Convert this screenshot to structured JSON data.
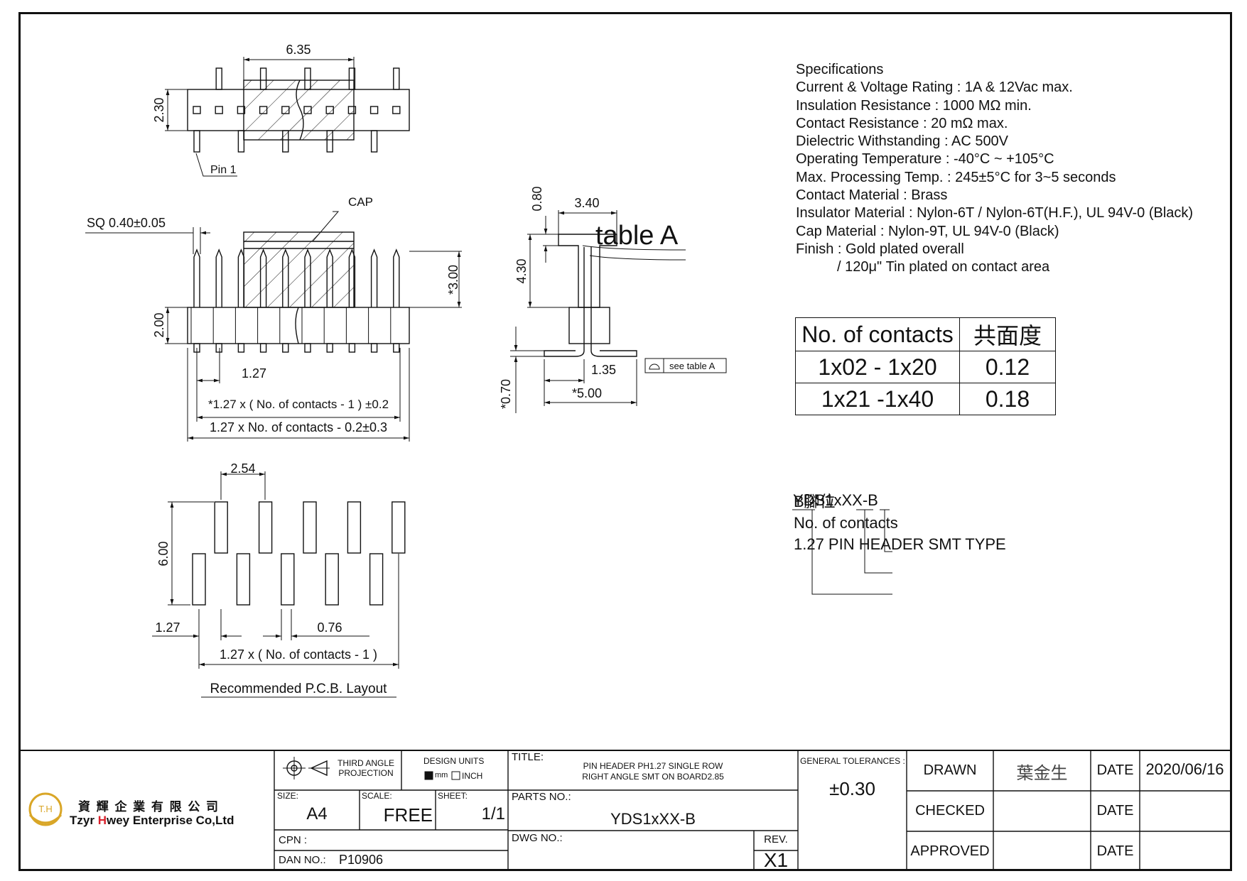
{
  "top_view": {
    "dim_pitch": "6.35",
    "dim_height": "2.30",
    "pin1_label": "Pin 1"
  },
  "front_view": {
    "cap_label": "CAP",
    "sq_label": "SQ 0.40±0.05",
    "dim_cap_height": "*3.00",
    "dim_body_height": "2.00",
    "dim_pitch": "1.27",
    "dim_total_1": "*1.27 x ( No. of contacts - 1 ) ±0.2",
    "dim_total_2": "1.27 x No. of contacts - 0.2±0.3"
  },
  "side_view": {
    "dim_080": "0.80",
    "dim_340": "3.40",
    "dim_430": "4.30",
    "dim_135": "1.35",
    "dim_500": "*5.00",
    "dim_070": "*0.70",
    "table_a_label": "table A",
    "see_table_label": "see table A"
  },
  "pcb_layout": {
    "dim_254": "2.54",
    "dim_600": "6.00",
    "dim_127": "1.27",
    "dim_076": "0.76",
    "dim_total": "1.27 x ( No. of contacts - 1 )",
    "title": "Recommended P.C.B. Layout"
  },
  "specifications": {
    "heading": "Specifications",
    "lines": [
      "Current & Voltage Rating : 1A & 12Vac max.",
      "Insulation Resistance : 1000 MΩ min.",
      "Contact Resistance : 20 mΩ max.",
      "Dielectric Withstanding : AC 500V",
      "Operating Temperature : -40°C ~ +105°C",
      "Max. Processing Temp. : 245±5°C for 3~5 seconds",
      "Contact Material : Brass",
      "Insulator Material : Nylon-6T / Nylon-6T(H.F.), UL 94V-0 (Black)",
      "Cap Material : Nylon-9T, UL 94V-0 (Black)",
      "Finish : Gold plated overall"
    ],
    "finish_line2": "/ 120μ\" Tin plated on contact area"
  },
  "coplanarity_table": {
    "header": [
      "No. of contacts",
      "共面度"
    ],
    "rows": [
      [
        "1x02 - 1x20",
        "0.12"
      ],
      [
        "1x21 -1x40",
        "0.18"
      ]
    ]
  },
  "part_number": {
    "code": "YDS1xXX-B",
    "b_label": "B腳位",
    "contacts_label": "No. of contacts",
    "type_label": "1.27 PIN HEADER SMT TYPE"
  },
  "title_block": {
    "company_cn": "資 輝 企 業 有 限 公 司",
    "company_en_1": "Tzyr ",
    "company_en_h": "H",
    "company_en_2": "wey Enterprise Co,Ltd",
    "logo_text": "T.H",
    "projection": "THIRD ANGLE PROJECTION",
    "design_units_label": "DESIGN UNITS",
    "unit_mm": "mm",
    "unit_inch": "INCH",
    "title_label": "TITLE:",
    "title_line1": "PIN HEADER PH1.27 SINGLE ROW",
    "title_line2": "RIGHT ANGLE SMT ON BOARD2.85",
    "tolerances_label": "GENERAL TOLERANCES :",
    "tolerance_value": "±0.30",
    "drawn_label": "DRAWN",
    "drawn_by": "葉金生",
    "date_label": "DATE",
    "drawn_date": "2020/06/16",
    "checked_label": "CHECKED",
    "approved_label": "APPROVED",
    "size_label": "SIZE:",
    "size_value": "A4",
    "scale_label": "SCALE:",
    "scale_value": "FREE",
    "sheet_label": "SHEET:",
    "sheet_value": "1/1",
    "parts_no_label": "PARTS  NO.:",
    "parts_no_value": "YDS1xXX-B",
    "cpn_label": "CPN :",
    "dwg_no_label": "DWG  NO.:",
    "rev_label": "REV.",
    "rev_value": "X1",
    "dan_no_label": "DAN  NO.:",
    "dan_no_value": "P10906"
  }
}
